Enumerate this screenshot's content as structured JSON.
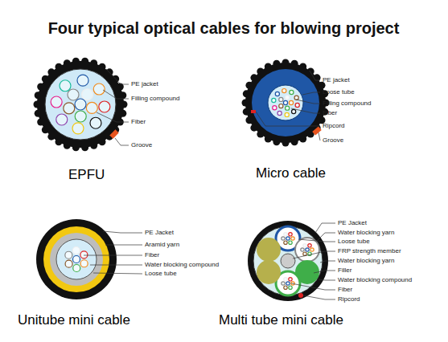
{
  "diagram": {
    "title": "Four typical optical cables for blowing project",
    "labels": [
      "PE jacket",
      "Filling compound",
      "Fiber",
      "Groove",
      "EPFU",
      "PE jacket",
      "Loose tube",
      "Filling compound",
      "Fiber",
      "Ripcord",
      "Groove",
      "Micro cable",
      "PE Jacket",
      "Aramid yarn",
      "Fiber",
      "Water blocking compound",
      "Loose tube",
      "Unitube mini cable",
      "PE Jacket",
      "Water blocking yarn",
      "Loose tube",
      "FRP strength member",
      "Water blocking yarn",
      "Filler",
      "Water blocking compound",
      "Fiber",
      "Ripcord",
      "Multi tube mini cable"
    ]
  }
}
